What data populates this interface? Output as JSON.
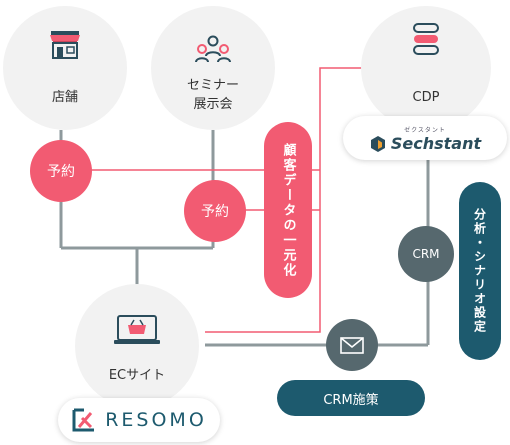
{
  "nodes": {
    "store": "店舗",
    "seminar_line1": "セミナー",
    "seminar_line2": "展示会",
    "cdp": "CDP",
    "ec": "ECサイト"
  },
  "badges": {
    "reserve_1": "予約",
    "reserve_2": "予約",
    "crm": "CRM"
  },
  "pills": {
    "unify": "顧客データの一元化",
    "analysis": "分析・シナリオ設定",
    "crm_measure": "CRM施策"
  },
  "logos": {
    "sechstant_kana": "ゼクスタント",
    "sechstant": "Sechstant",
    "resomo": "RESOMO"
  },
  "colors": {
    "pink": "#f25b72",
    "teal": "#1d5a6e",
    "gray_line": "#8e999c",
    "node_bg": "#f2f2f2"
  },
  "icons": [
    "store-icon",
    "people-icon",
    "database-icon",
    "basket-icon",
    "mail-icon"
  ]
}
